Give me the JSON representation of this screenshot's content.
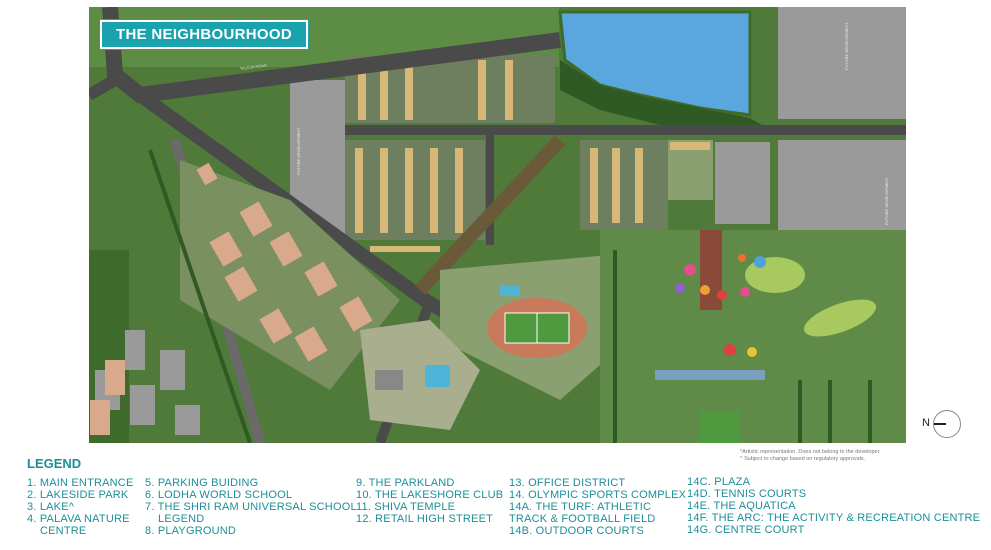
{
  "title": "THE NEIGHBOURHOOD",
  "map_labels": {
    "road": "TALOJA ROAD",
    "future_dev": "FUTURE DEVELOPMENT"
  },
  "colors": {
    "accent": "#1aa3ad",
    "legend_text": "#1a8f99",
    "lake": "#5aa6de",
    "grass": "#4f7a3a",
    "road": "#4a4a4a"
  },
  "north_label": "N",
  "notes": [
    "*Artistic representation. Does not belong to the developer.",
    "^ Subject to change based on regulatory approvals."
  ],
  "legend": {
    "title": "LEGEND",
    "col1": [
      "1. MAIN ENTRANCE",
      "2. LAKESIDE PARK",
      "3. LAKE^",
      "4. PALAVA NATURE",
      "CENTRE"
    ],
    "col2": [
      "5. PARKING BUIDING",
      "6. LODHA WORLD SCHOOL",
      "7. THE SHRI RAM UNIVERSAL SCHOOL",
      "LEGEND",
      "8. PLAYGROUND"
    ],
    "col3": [
      "9. THE PARKLAND",
      "10. THE LAKESHORE CLUB",
      "11. SHIVA TEMPLE",
      "12. RETAIL HIGH STREET"
    ],
    "col4": [
      "13. OFFICE DISTRICT",
      "14. OLYMPIC SPORTS COMPLEX",
      "14A. THE TURF: ATHLETIC",
      "TRACK & FOOTBALL FIELD",
      "14B. OUTDOOR COURTS"
    ],
    "col5": [
      "14C. PLAZA",
      "14D. TENNIS COURTS",
      "14E. THE AQUATICA",
      "14F. THE ARC: THE ACTIVITY & RECREATION CENTRE",
      "14G. CENTRE COURT"
    ]
  }
}
